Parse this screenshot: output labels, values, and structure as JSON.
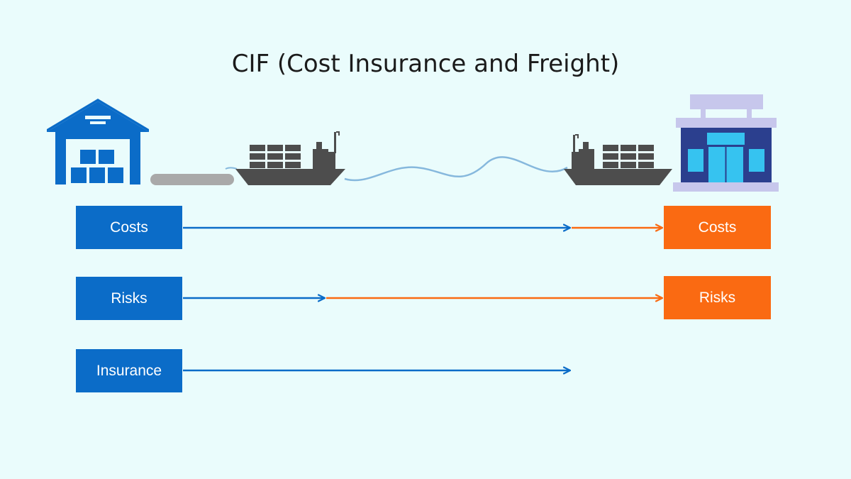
{
  "title": "CIF (Cost Insurance and Freight)",
  "colors": {
    "background": "#eafcfc",
    "seller_blue": "#0b6cc8",
    "buyer_orange": "#fa6a12",
    "ship_gray": "#4d4d4d",
    "road_gray": "#a9a9a9",
    "sea_line": "#86b8dd",
    "store_navy": "#2b3f8e",
    "store_lavender": "#c7c7ec"
  },
  "icons": {
    "warehouse": "warehouse-icon",
    "origin_ship": "cargo-ship-icon",
    "destination_ship": "cargo-ship-icon",
    "store": "store-icon"
  },
  "rows": [
    {
      "label": "Costs",
      "seller_label": "Costs",
      "buyer_label": "Costs"
    },
    {
      "label": "Risks",
      "seller_label": "Risks",
      "buyer_label": "Risks"
    },
    {
      "label": "Insurance",
      "seller_label": "Insurance"
    }
  ]
}
